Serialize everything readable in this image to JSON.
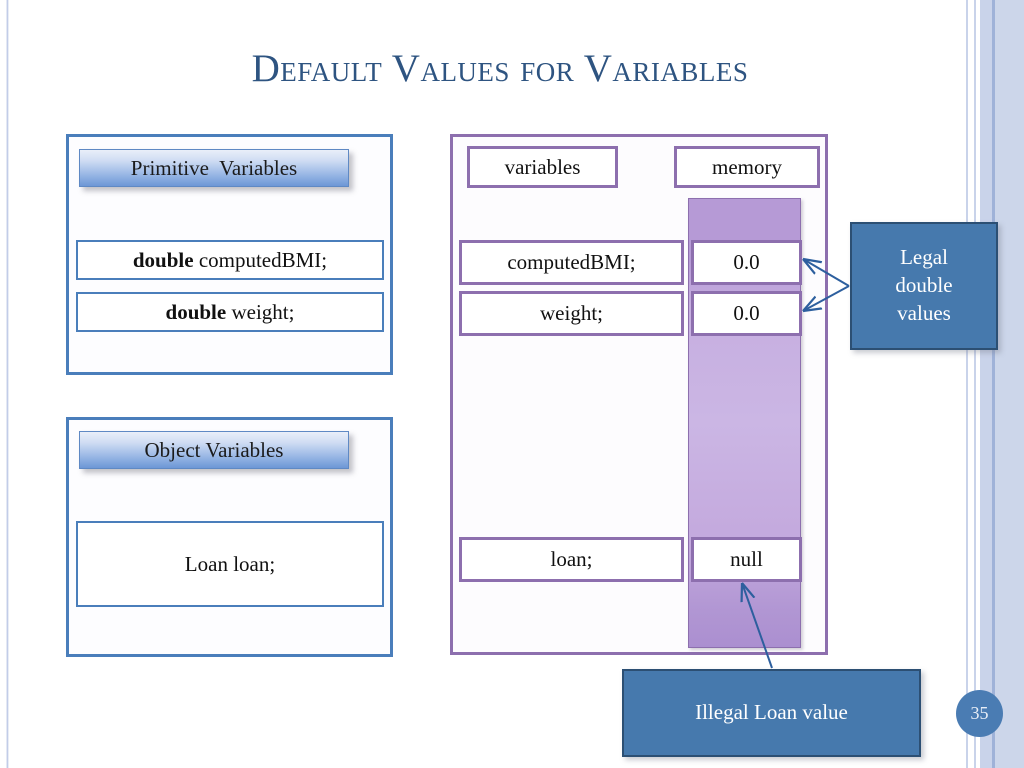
{
  "slide": {
    "title": "Default Values for Variables",
    "page_number": "35",
    "accent_blue": "#4a7ebb",
    "accent_purple": "#8d6fae",
    "callout_blue": "#4679ad",
    "title_color": "#2e5481"
  },
  "left": {
    "primitive": {
      "header": "Primitive  Variables",
      "declarations": [
        {
          "keyword": "double",
          "name": " computedBMI;"
        },
        {
          "keyword": "double",
          "name": " weight;"
        }
      ]
    },
    "object": {
      "header": "Object Variables",
      "declarations": [
        {
          "keyword": "",
          "name": "Loan loan;"
        }
      ]
    }
  },
  "memory_panel": {
    "column_headers": {
      "variables": "variables",
      "memory": "memory"
    },
    "rows": [
      {
        "variable": "computedBMI;",
        "value": "0.0"
      },
      {
        "variable": "weight;",
        "value": "0.0"
      },
      {
        "variable": "loan;",
        "value": "null"
      }
    ]
  },
  "callouts": {
    "legal": "Legal\ndouble\nvalues",
    "illegal": "Illegal Loan value"
  }
}
